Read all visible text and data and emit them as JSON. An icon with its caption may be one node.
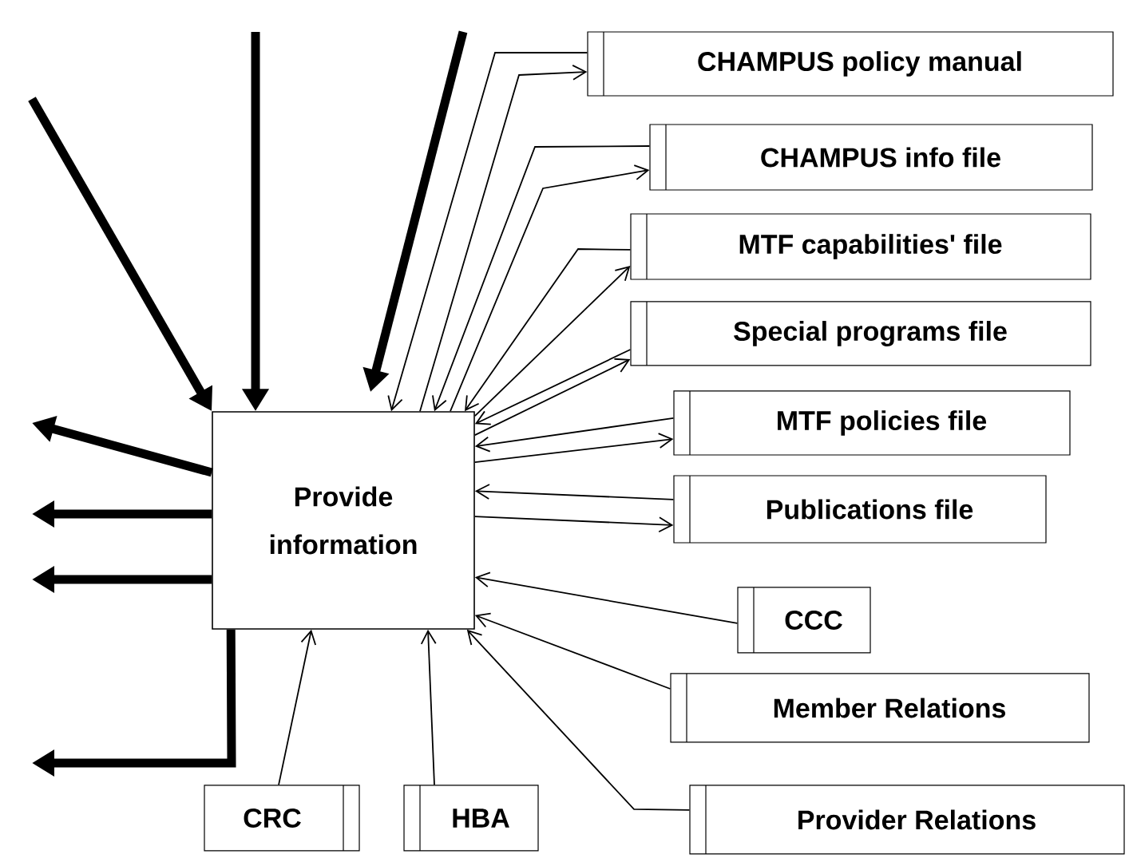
{
  "diagram": {
    "nodes": [
      {
        "text": [
          "Provide information"
        ]
      },
      {
        "text": [
          "CHAMPUS policy manual"
        ]
      },
      {
        "text": [
          "CHAMPUS info file"
        ]
      },
      {
        "text": [
          "MTF capabilities' file"
        ]
      },
      {
        "text": [
          "Special programs file"
        ]
      },
      {
        "text": [
          "MTF policies file"
        ]
      },
      {
        "text": [
          "Publications file"
        ]
      },
      {
        "text": [
          "CCC"
        ]
      },
      {
        "text": [
          "Member Relations"
        ]
      },
      {
        "text": [
          "Provider Relations"
        ]
      },
      {
        "text": [
          "CRC"
        ]
      },
      {
        "text": [
          "HBA"
        ]
      }
    ],
    "edges": [
      {
        "from": null,
        "to": 0,
        "arrow": "to",
        "style": "thick"
      },
      {
        "from": null,
        "to": 0,
        "arrow": "to",
        "style": "thick"
      },
      {
        "from": null,
        "to": 0,
        "arrow": "to",
        "style": "thick"
      },
      {
        "from": 1,
        "to": 0,
        "arrow": "to"
      },
      {
        "from": 0,
        "to": 1,
        "arrow": "to"
      },
      {
        "from": 2,
        "to": 0,
        "arrow": "to"
      },
      {
        "from": 0,
        "to": 2,
        "arrow": "to"
      },
      {
        "from": 3,
        "to": 0,
        "arrow": "to"
      },
      {
        "from": 0,
        "to": 3,
        "arrow": "to"
      },
      {
        "from": 4,
        "to": 0,
        "arrow": "to"
      },
      {
        "from": 0,
        "to": 4,
        "arrow": "to"
      },
      {
        "from": 5,
        "to": 0,
        "arrow": "to"
      },
      {
        "from": 0,
        "to": 5,
        "arrow": "to"
      },
      {
        "from": 6,
        "to": 0,
        "arrow": "to"
      },
      {
        "from": 0,
        "to": 6,
        "arrow": "to"
      },
      {
        "from": 7,
        "to": 0,
        "arrow": "to"
      },
      {
        "from": 8,
        "to": 0,
        "arrow": "to"
      },
      {
        "from": 9,
        "to": 0,
        "arrow": "to"
      },
      {
        "from": 10,
        "to": 0,
        "arrow": "to"
      },
      {
        "from": 11,
        "to": 0,
        "arrow": "to"
      },
      {
        "from": 0,
        "to": null,
        "arrow": "to",
        "style": "thick"
      },
      {
        "from": 0,
        "to": null,
        "arrow": "to",
        "style": "thick"
      },
      {
        "from": 0,
        "to": null,
        "arrow": "to",
        "style": "thick"
      },
      {
        "from": 0,
        "to": null,
        "arrow": "to",
        "style": "thick"
      }
    ]
  }
}
